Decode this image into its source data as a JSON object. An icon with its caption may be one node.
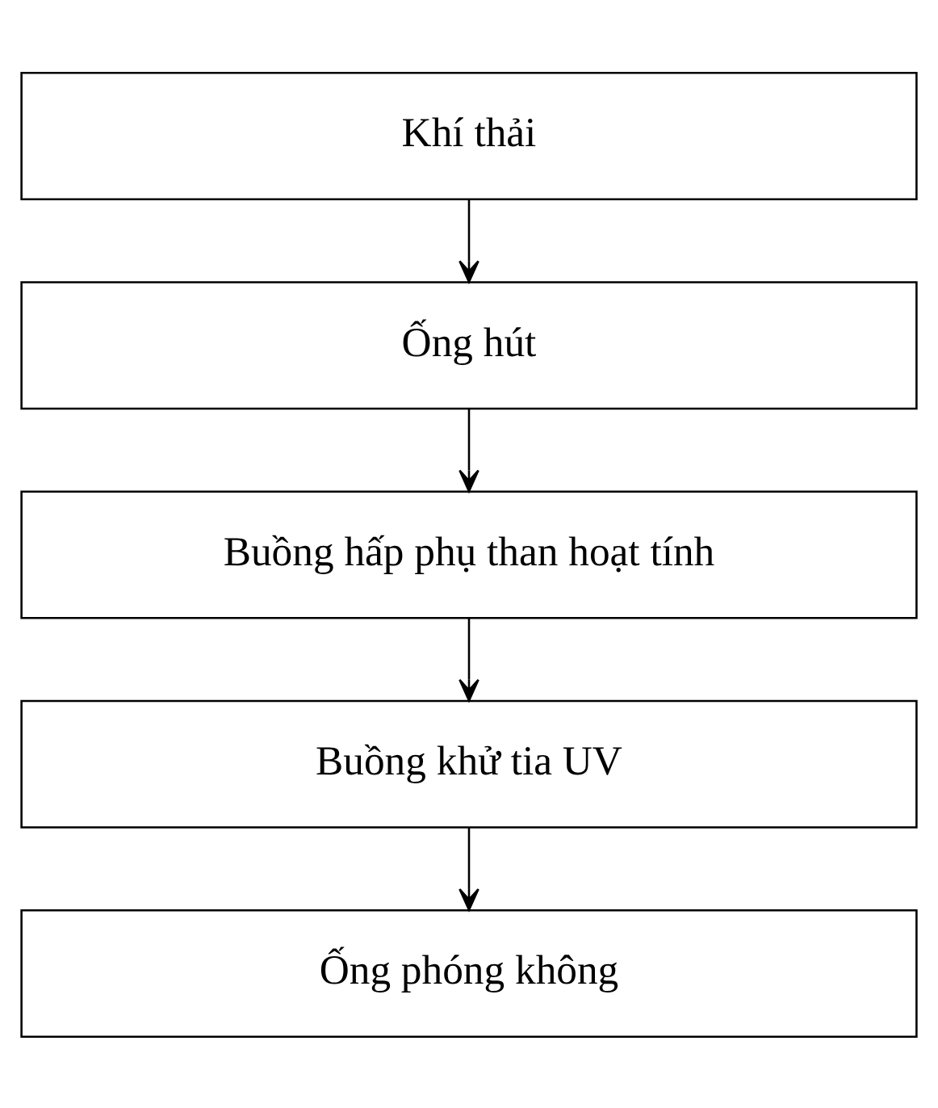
{
  "diagram": {
    "nodes": [
      {
        "text": [
          "Khí thải"
        ]
      },
      {
        "text": [
          "Ống hút"
        ]
      },
      {
        "text": [
          "Buồng hấp phụ than hoạt tính"
        ]
      },
      {
        "text": [
          "Buồng khử tia UV"
        ]
      },
      {
        "text": [
          "Ống phóng không"
        ]
      }
    ],
    "edges": [
      {
        "from": 0,
        "to": 1,
        "arrow": "to"
      },
      {
        "from": 1,
        "to": 2,
        "arrow": "to"
      },
      {
        "from": 2,
        "to": 3,
        "arrow": "to"
      },
      {
        "from": 3,
        "to": 4,
        "arrow": "to"
      }
    ]
  }
}
